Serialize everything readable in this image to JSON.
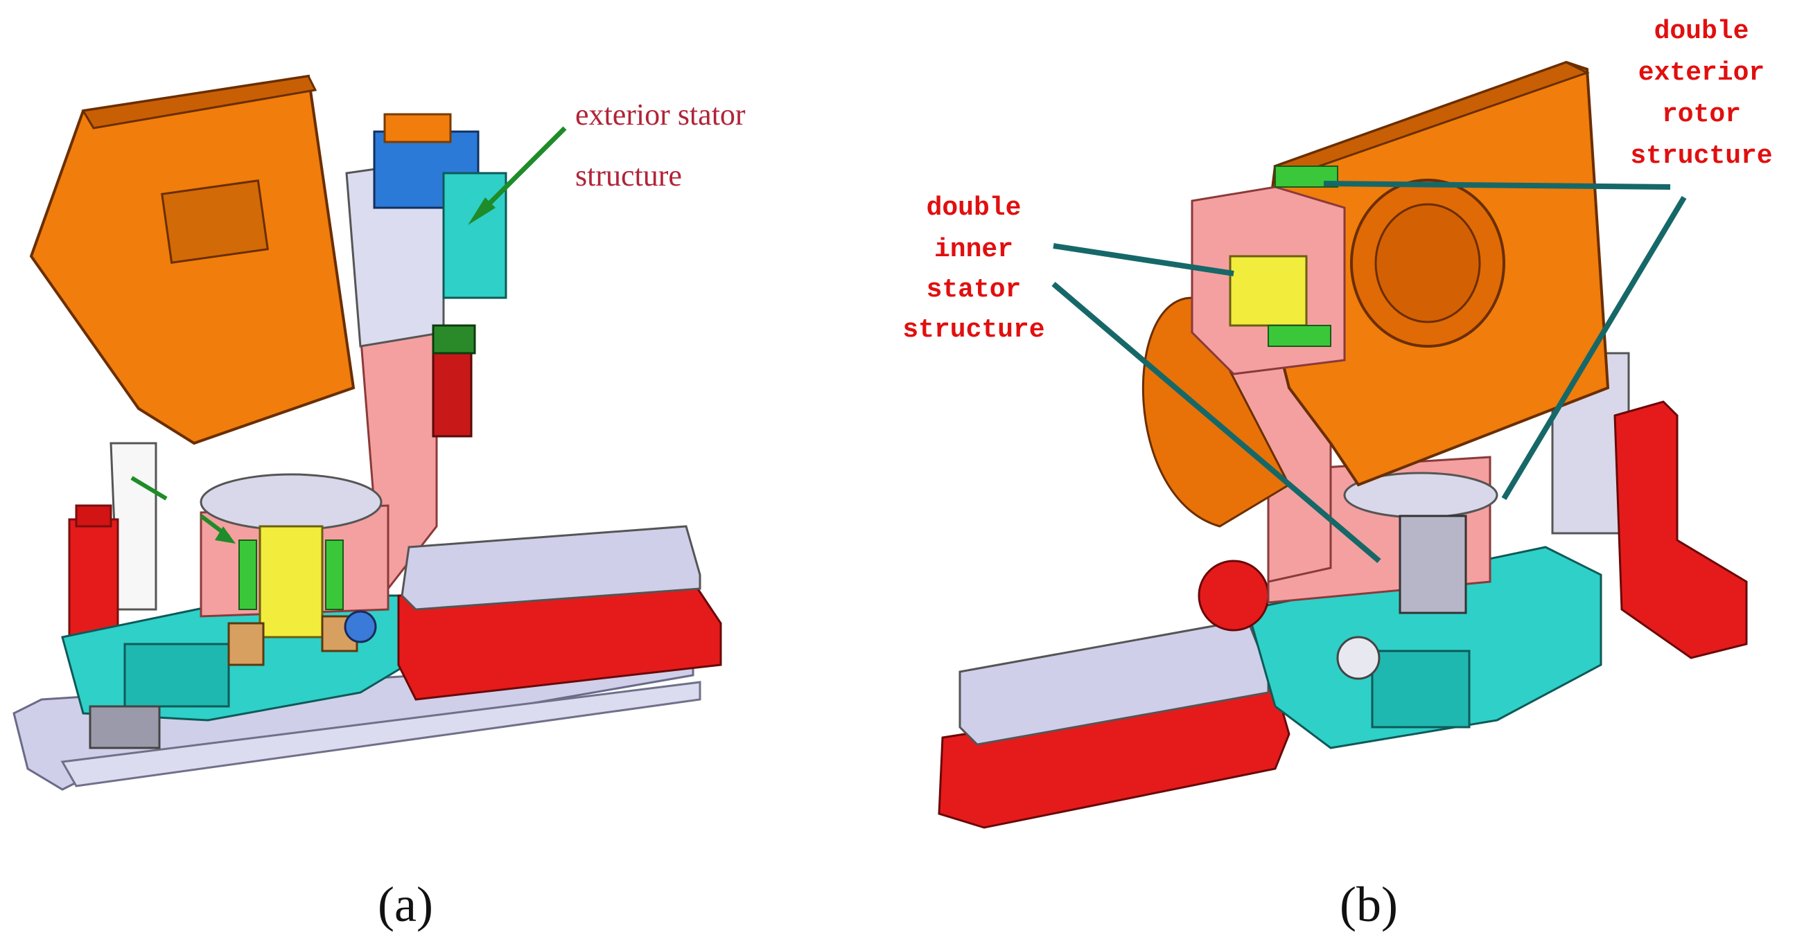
{
  "figure_a": {
    "annotation": {
      "line1": "exterior stator",
      "line2": "structure"
    },
    "caption": "(a)"
  },
  "figure_b": {
    "annotation_left": {
      "line1": "double",
      "line2": "inner",
      "line3": "stator",
      "line4": "structure"
    },
    "annotation_right": {
      "line1": "double",
      "line2": "exterior",
      "line3": "rotor",
      "line4": "structure"
    },
    "caption": "(b)"
  },
  "colors": {
    "housing_orange": "#f07d0c",
    "arm_pink": "#f4a0a0",
    "base_teal": "#2fd0c8",
    "tray_red": "#e51b1b",
    "frame_lavender": "#c9c9e6",
    "motor_yellow": "#f2ec3c",
    "arrow_green": "#1e8c28",
    "pointer_teal": "#166868",
    "label_red": "#e10f0f",
    "label_darkred": "#b02438"
  }
}
